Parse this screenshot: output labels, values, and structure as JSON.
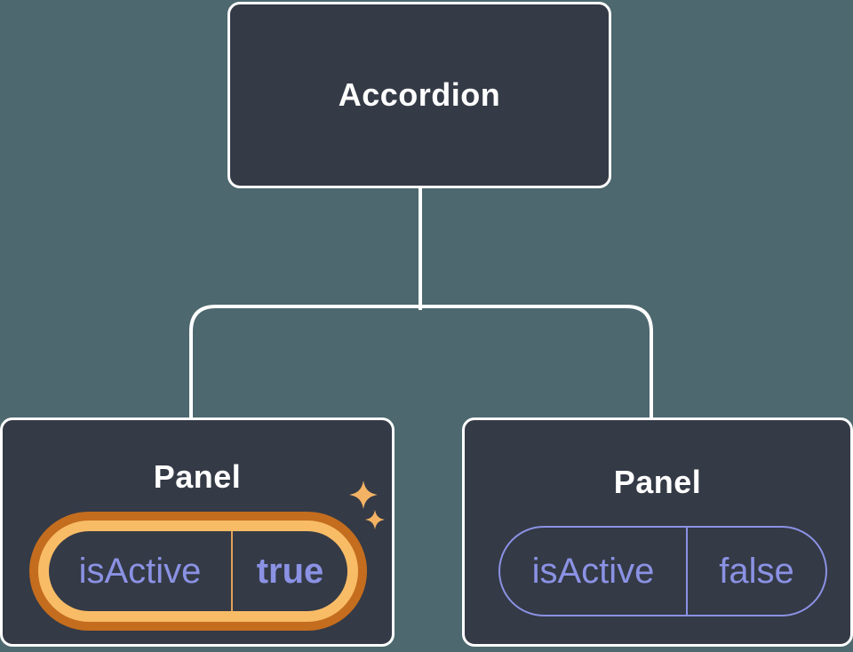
{
  "colors": {
    "bg": "#4d686e",
    "node_fill": "#343a46",
    "line": "#ffffff",
    "purple": "#8b92e4",
    "orange_outer": "#c46d1e",
    "gold_inner": "#f9bc66",
    "divider_gold": "#e2a259",
    "sparkle": "#f4b364"
  },
  "diagram": {
    "root": {
      "label": "Accordion"
    },
    "children": [
      {
        "label": "Panel",
        "state_key": "isActive",
        "state_value": "true",
        "highlighted": true
      },
      {
        "label": "Panel",
        "state_key": "isActive",
        "state_value": "false",
        "highlighted": false
      }
    ]
  }
}
